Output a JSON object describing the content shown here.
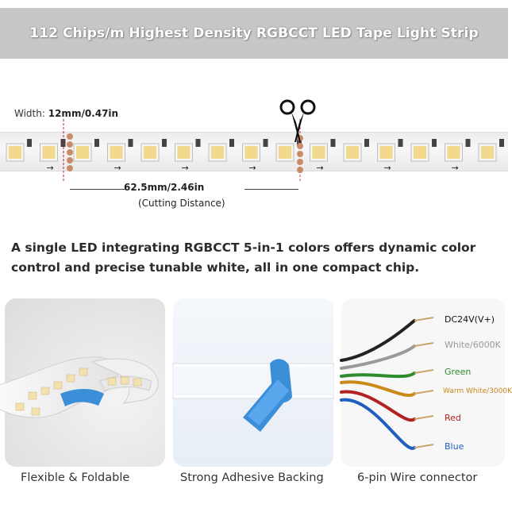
{
  "banner": {
    "title": "112 Chips/m Highest Density RGBCCT LED Tape Light Strip"
  },
  "diagram": {
    "width_label": "Width:",
    "width_value": "12mm/0.47in",
    "cutting_length": "62.5mm/2.46in",
    "cutting_label": "(Cutting Distance)",
    "scissors_icon": "scissors-icon"
  },
  "description": {
    "text": "A single LED integrating RGBCCT 5-in-1 colors offers dynamic color control and precise tunable white, all in one compact chip."
  },
  "features": [
    {
      "caption": "Flexible & Foldable"
    },
    {
      "caption": "Strong Adhesive Backing"
    },
    {
      "caption": "6-pin Wire connector"
    }
  ],
  "wires": [
    {
      "label": "DC24V(V+)",
      "color": "#222222"
    },
    {
      "label": "White/6000K",
      "color": "#9a9a9a"
    },
    {
      "label": "Green",
      "color": "#2e8b2e"
    },
    {
      "label": "Warm White/3000K",
      "color": "#c98a1a"
    },
    {
      "label": "Red",
      "color": "#b22222"
    },
    {
      "label": "Blue",
      "color": "#1f5fbf"
    }
  ]
}
